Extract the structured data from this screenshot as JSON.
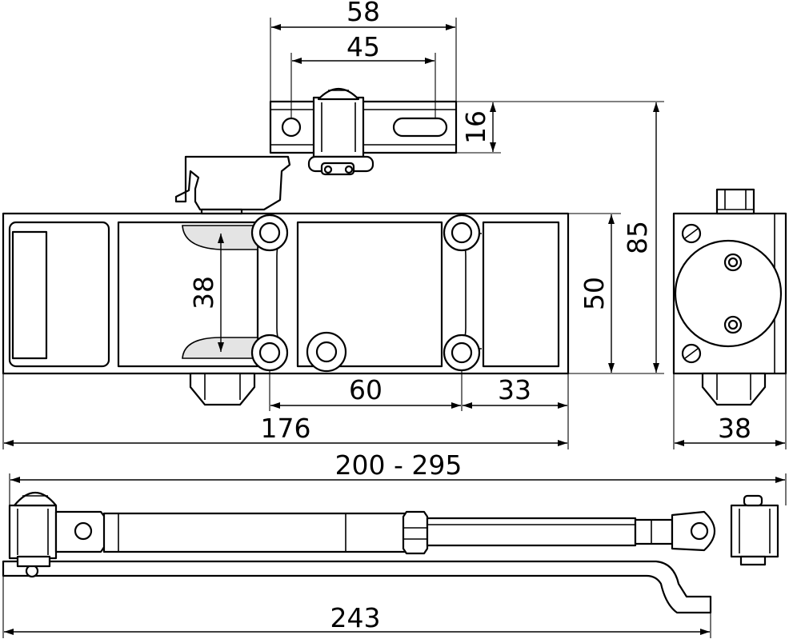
{
  "drawing": {
    "line_color": "#000000",
    "background": "#ffffff",
    "dimensions": {
      "bracket_width": "58",
      "bracket_hole_spacing": "45",
      "bracket_height": "16",
      "total_height": "85",
      "body_height": "50",
      "mount_hole_spacing_vertical": "38",
      "mount_hole_spacing_horizontal": "60",
      "hole_to_end": "33",
      "body_length": "176",
      "side_width": "38",
      "installed_span": "200 - 295",
      "arm_length": "243"
    }
  }
}
